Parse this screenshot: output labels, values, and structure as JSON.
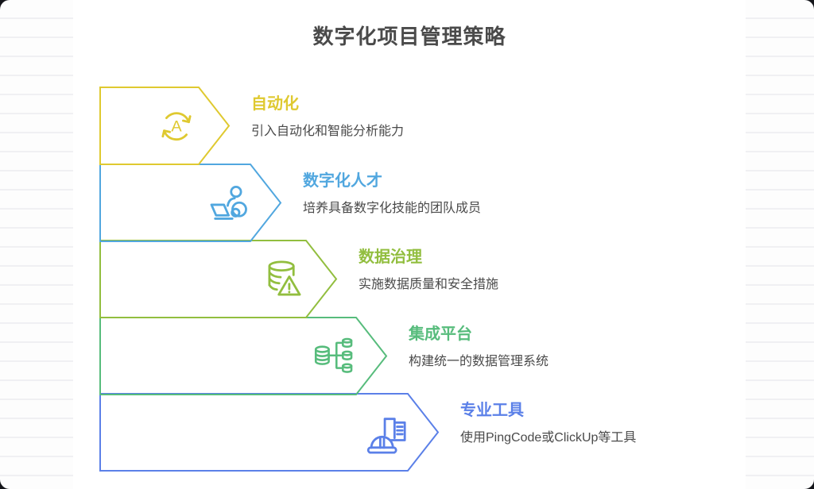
{
  "page": {
    "title": "数字化项目管理策略",
    "title_color": "#4a4a4a",
    "background": "#ffffff",
    "ruled_line_color": "#f0f0f3"
  },
  "banners": [
    {
      "label": "自动化",
      "description": "引入自动化和智能分析能力",
      "color": "#dfc930",
      "icon": "sync-automation-icon",
      "icon_letter": "A"
    },
    {
      "label": "数字化人才",
      "description": "培养具备数字化技能的团队成员",
      "color": "#51a7df",
      "icon": "person-laptop-icon"
    },
    {
      "label": "数据治理",
      "description": "实施数据质量和安全措施",
      "color": "#92be3f",
      "icon": "database-warning-icon"
    },
    {
      "label": "集成平台",
      "description": "构建统一的数据管理系统",
      "color": "#57bc7c",
      "icon": "database-integration-icon"
    },
    {
      "label": "专业工具",
      "description": "使用PingCode或ClickUp等工具",
      "color": "#5b80e8",
      "icon": "building-hardhat-icon"
    }
  ]
}
